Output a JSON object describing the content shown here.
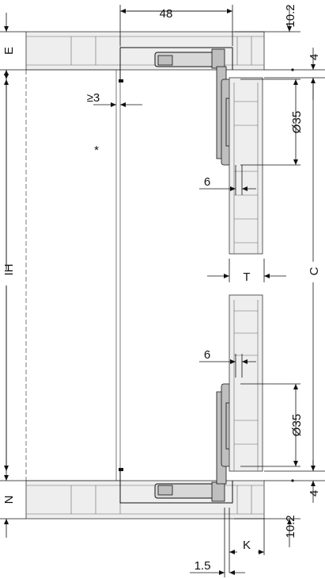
{
  "labels": {
    "width_48": "48",
    "top_gap_10_2": "10.2",
    "top_4": "4",
    "E": "E",
    "gap_ge3": "≥3",
    "asterisk": "*",
    "dia35_top": "Ø35",
    "six_top": "6",
    "IH": "IH",
    "T": "T",
    "C": "C",
    "six_bottom": "6",
    "dia35_bottom": "Ø35",
    "N": "N",
    "bottom_4": "4",
    "K": "K",
    "bottom_gap_10_2": "10.2",
    "dim_1_5": "1.5"
  },
  "colors": {
    "line": "#111111",
    "wood_fill": "#eeeeee",
    "hinge_fill": "#bfbfbf",
    "rail_fill": "#d8d8d8"
  }
}
